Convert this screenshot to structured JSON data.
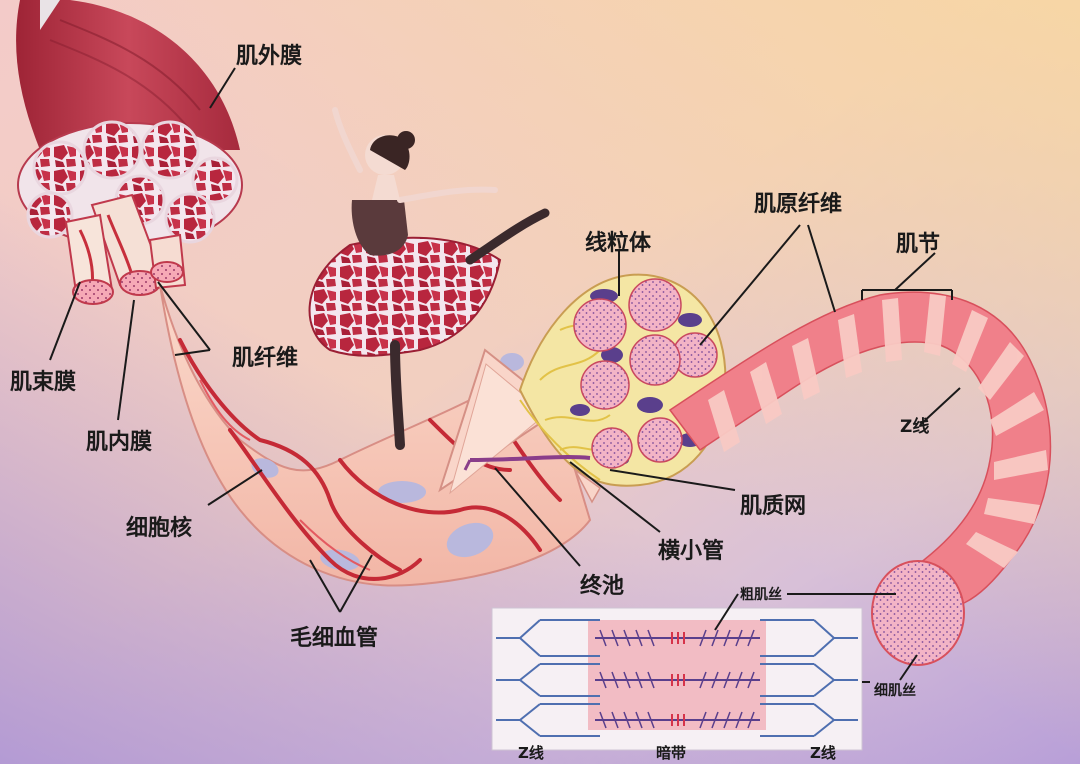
{
  "labels": {
    "epimysium": "肌外膜",
    "perimysium": "肌束膜",
    "endomysium": "肌内膜",
    "muscle_fiber": "肌纤维",
    "nucleus": "细胞核",
    "capillary": "毛细血管",
    "terminal_cisterna": "终池",
    "t_tubule": "横小管",
    "sarcoplasmic_reticulum": "肌质网",
    "mitochondria": "线粒体",
    "myofibril": "肌原纤维",
    "sarcomere": "肌节",
    "z_line": "Z线",
    "thick_filament": "粗肌丝",
    "thin_filament": "细肌丝",
    "inset_z_left": "Z线",
    "inset_a_band": "暗带",
    "inset_z_right": "Z线"
  },
  "colors": {
    "bg_top_left": "#f3c9c7",
    "bg_top_right": "#f7d7a5",
    "bg_bottom_left": "#b59bd6",
    "muscle_red": "#b8374a",
    "fiber_pink": "#f6c3b4",
    "myofibril_red": "#ee6b73",
    "myofibril_light": "#f8c5c1",
    "capillary": "#c52a36",
    "nucleus": "#b9b8dd",
    "sr_yellow": "#f3e27a",
    "mitochondria": "#5a3f8c",
    "filament_blue": "#4f6fb0",
    "a_band_pink": "#f2bcc4"
  }
}
